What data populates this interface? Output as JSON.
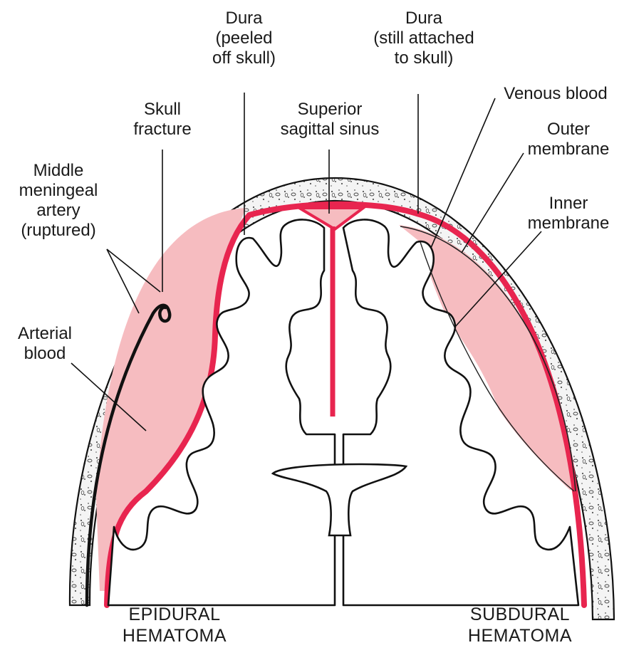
{
  "labels": {
    "dura_peeled": [
      "Dura",
      "(peeled",
      "off skull)"
    ],
    "dura_attached": [
      "Dura",
      "(still attached",
      "to skull)"
    ],
    "skull_fracture": [
      "Skull",
      "fracture"
    ],
    "superior_sagittal_sinus": [
      "Superior",
      "sagittal sinus"
    ],
    "venous_blood": [
      "Venous blood"
    ],
    "outer_membrane": [
      "Outer",
      "membrane"
    ],
    "inner_membrane": [
      "Inner",
      "membrane"
    ],
    "middle_meningeal_artery": [
      "Middle",
      "meningeal",
      "artery",
      "(ruptured)"
    ],
    "arterial_blood": [
      "Arterial",
      "blood"
    ],
    "epidural_hematoma": [
      "EPIDURAL",
      "HEMATOMA"
    ],
    "subdural_hematoma": [
      "SUBDURAL",
      "HEMATOMA"
    ]
  },
  "colors": {
    "dura_red": "#e8254f",
    "hematoma_pink": "#f6bcc0",
    "skull_fill": "#f2f2f2",
    "outline": "#111111"
  }
}
